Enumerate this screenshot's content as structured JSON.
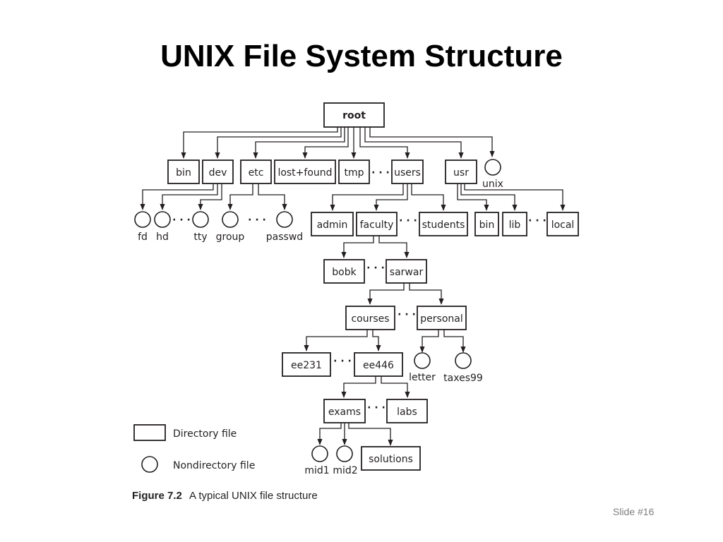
{
  "title": "UNIX File System Structure",
  "slide_number": "Slide #16",
  "figure": {
    "number": "Figure 7.2",
    "caption": "A typical UNIX file structure"
  },
  "legend": {
    "directory": "Directory file",
    "nondirectory": "Nondirectory file"
  },
  "ellipsis": "· · ·",
  "nodes": {
    "root": "root",
    "bin": "bin",
    "dev": "dev",
    "etc": "etc",
    "lostfound": "lost+found",
    "tmp": "tmp",
    "users": "users",
    "usr": "usr",
    "unix": "unix",
    "fd": "fd",
    "hd": "hd",
    "tty": "tty",
    "group": "group",
    "passwd": "passwd",
    "admin": "admin",
    "faculty": "faculty",
    "students": "students",
    "usrbin": "bin",
    "lib": "lib",
    "local": "local",
    "bobk": "bobk",
    "sarwar": "sarwar",
    "courses": "courses",
    "personal": "personal",
    "ee231": "ee231",
    "ee446": "ee446",
    "letter": "letter",
    "taxes99": "taxes99",
    "exams": "exams",
    "labs": "labs",
    "mid1": "mid1",
    "mid2": "mid2",
    "solutions": "solutions"
  }
}
